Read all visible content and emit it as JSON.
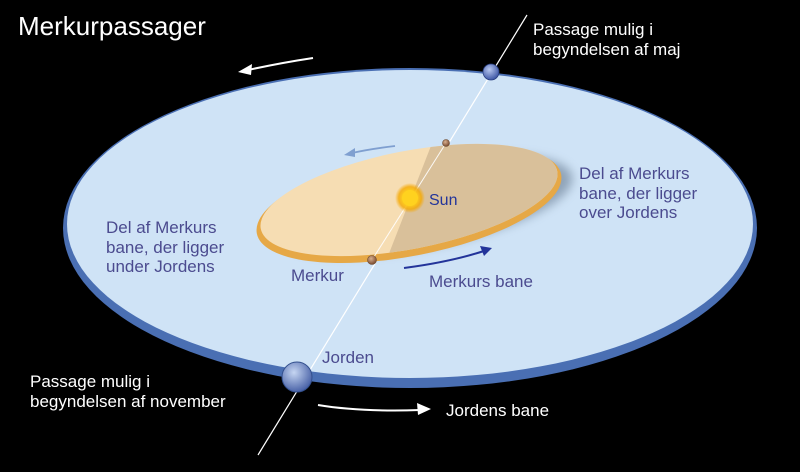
{
  "title": "Merkurpassager",
  "labels": {
    "passage_may": "Passage mulig i\nbegyndelsen af maj",
    "passage_november": "Passage mulig i\nbegyndelsen af november",
    "mercury_above": "Del af Merkurs\nbane, der ligger\nover Jordens",
    "mercury_below": "Del af Merkurs\nbane, der ligger\nunder Jordens",
    "sun": "Sun",
    "mercury": "Merkur",
    "mercury_orbit": "Merkurs bane",
    "earth": "Jorden",
    "earth_orbit": "Jordens bane"
  },
  "colors": {
    "background": "#000000",
    "earth_orbit_fill": "#cfe3f6",
    "earth_orbit_rim": "#4a6fb3",
    "mercury_orbit_fill": "#f6ddb3",
    "mercury_orbit_shaded": "#d9c09a",
    "mercury_orbit_rim": "#e8a640",
    "sun": "#ffd21f",
    "label_purple": "#4b4b8f",
    "label_blue": "#23349a"
  }
}
